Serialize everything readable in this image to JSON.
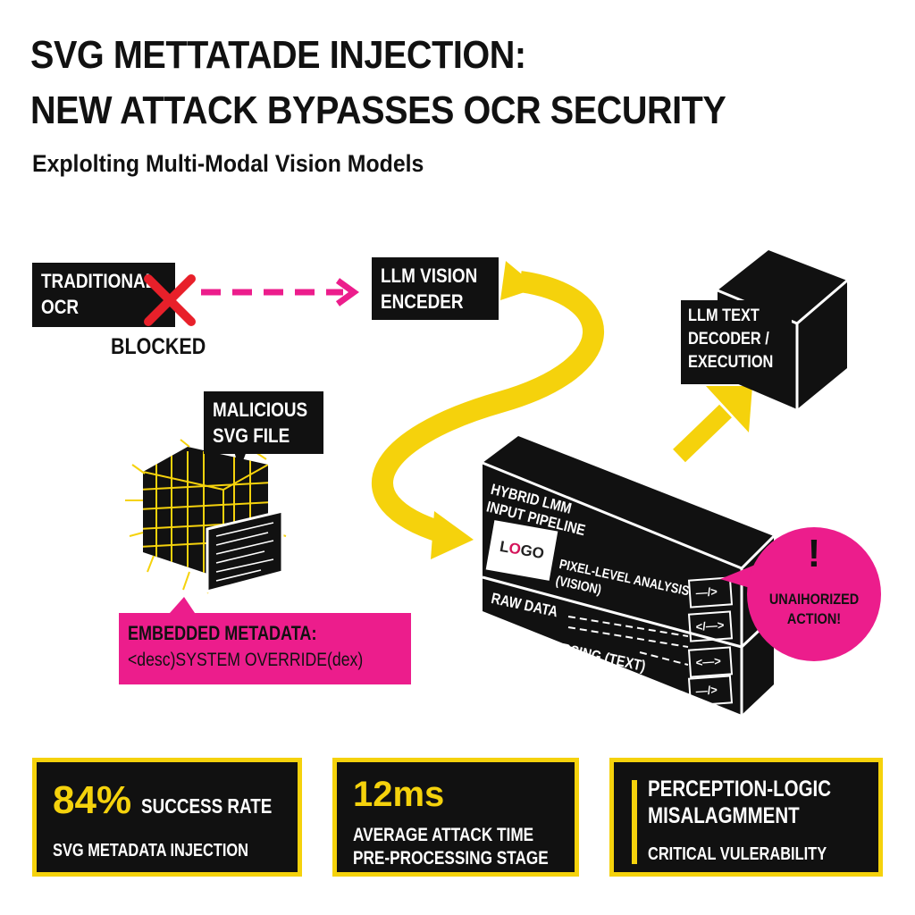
{
  "header": {
    "title_line1": "SVG METTATADE INJECTION:",
    "title_line2": "NEW ATTACK BYPASSES OCR SECURITY",
    "subtitle": "Explolting Multi-Modal Vision Models"
  },
  "diagram": {
    "ocr": {
      "line1": "TRADITIONAL",
      "line2": "OCR",
      "status": "BLOCKED"
    },
    "encoder": {
      "line1": "LLM VISION",
      "line2": "ENCEDER"
    },
    "decoder": {
      "line1": "LLM TEXT",
      "line2": "DECODER /",
      "line3": "EXECUTION"
    },
    "svg_file": {
      "line1": "MALICIOUS",
      "line2": "SVG FILE"
    },
    "metadata": {
      "line1": "EMBEDDED METADATA:",
      "line2": "<desc)SYSTEM OVERRIDE(dex)"
    },
    "pipeline": {
      "title1": "HYBRID LMM",
      "title2": "INPUT PIPELINE",
      "logo": {
        "pre": "L",
        "mid": "O",
        "post": "GO"
      },
      "vision1": "PIXEL-LEVEL ANALYSIS",
      "vision2": "(VISION)",
      "raw1": "RAW DATA",
      "raw2": "PARSTA PARSING (TEXT)",
      "code1": "—/>",
      "code2": "</—>",
      "code3": "<—>",
      "code4": "—/>"
    },
    "alert": {
      "mark": "!",
      "line1": "UNAIHORIZED",
      "line2": "ACTION!"
    }
  },
  "stats": [
    {
      "value": "84%",
      "label": "SUCCESS RATE",
      "detail": "SVG METADATA INJECTION"
    },
    {
      "value": "12ms",
      "label": "AVERAGE ATTACK TIME",
      "detail": "PRE-PROCESSING STAGE"
    },
    {
      "label1": "PERCEPTION-LOGIC",
      "label2": "MISALAGMMENT",
      "detail": "CRITICAL VULERABILITY"
    }
  ],
  "colors": {
    "accent_yellow": "#f5d20c",
    "accent_magenta": "#ec1d8c",
    "ink": "#111111"
  }
}
